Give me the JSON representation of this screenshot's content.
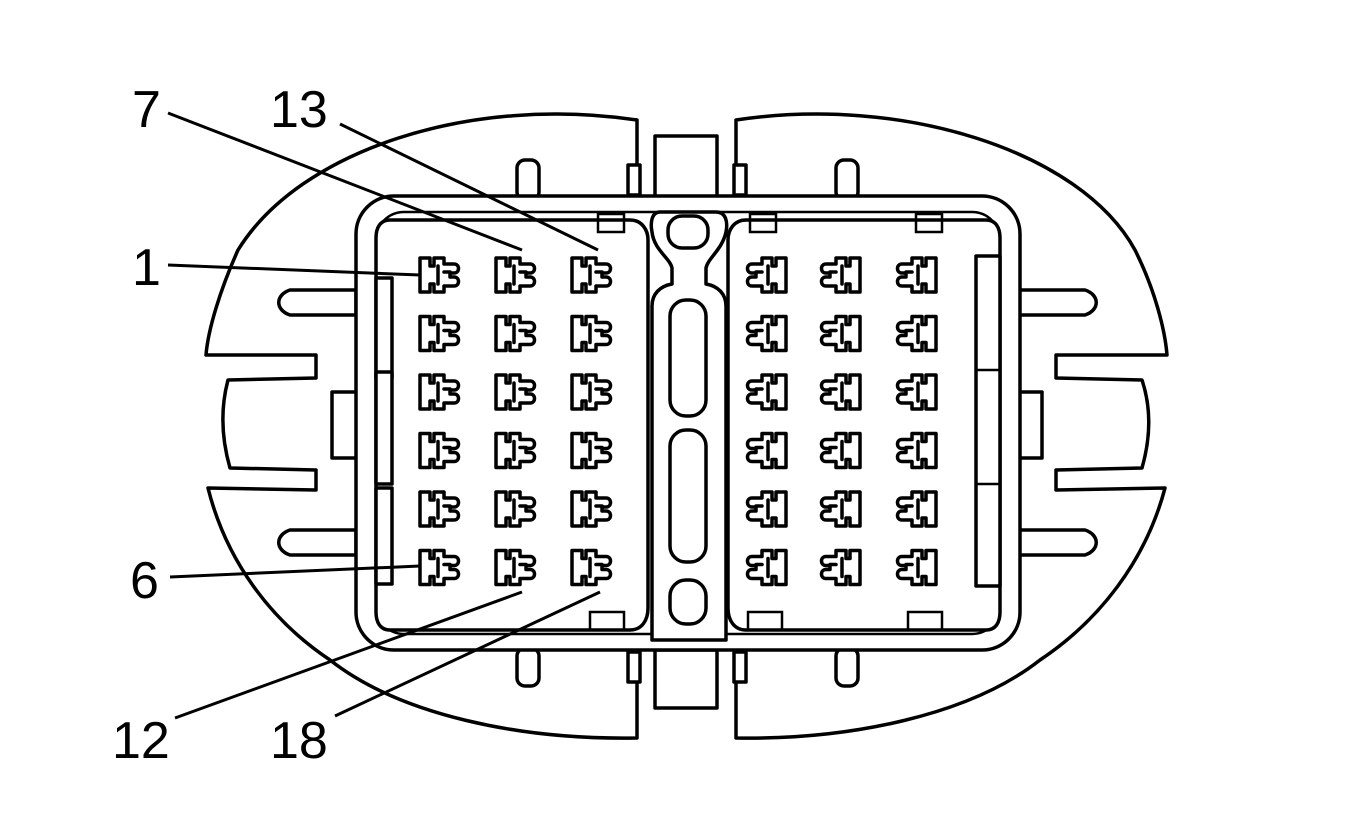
{
  "callouts": {
    "pin_1": "1",
    "pin_6": "6",
    "pin_7": "7",
    "pin_12": "12",
    "pin_13": "13",
    "pin_18": "18"
  },
  "connector": {
    "left_cavity_rows": 6,
    "left_cavity_cols": 3,
    "right_cavity_rows": 6,
    "right_cavity_cols": 3
  }
}
